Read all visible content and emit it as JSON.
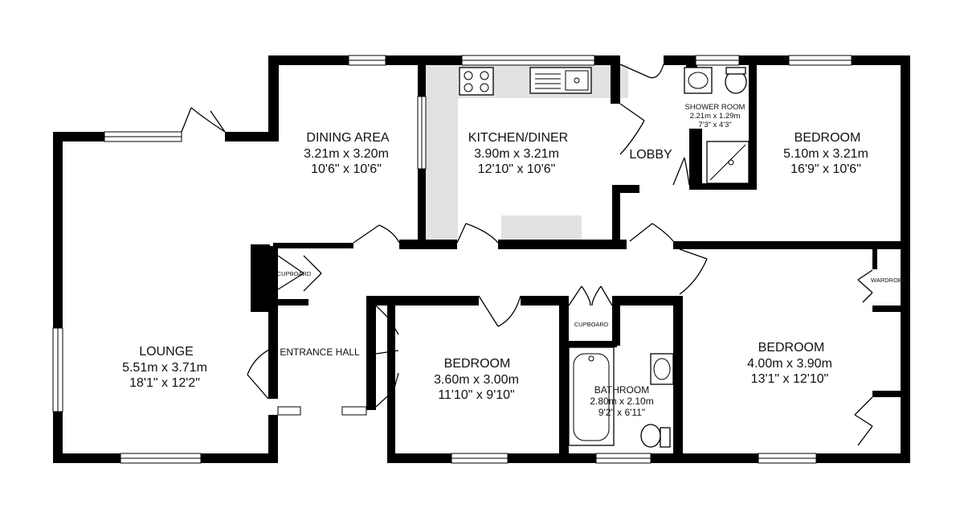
{
  "rooms": {
    "lounge": {
      "name": "LOUNGE",
      "metric": "5.51m  x 3.71m",
      "imperial": "18'1\"  x 12'2\""
    },
    "dining": {
      "name": "DINING AREA",
      "metric": "3.21m  x 3.20m",
      "imperial": "10'6\"  x 10'6\""
    },
    "kitchen": {
      "name": "KITCHEN/DINER",
      "metric": "3.90m  x 3.21m",
      "imperial": "12'10\"  x 10'6\""
    },
    "lobby": {
      "name": "LOBBY"
    },
    "shower": {
      "name": "SHOWER ROOM",
      "metric": "2.21m  x 1.29m",
      "imperial": "7'3\"  x 4'3\""
    },
    "bedroom_top": {
      "name": "BEDROOM",
      "metric": "5.10m  x 3.21m",
      "imperial": "16'9\"  x 10'6\""
    },
    "bedroom_mid": {
      "name": "BEDROOM",
      "metric": "3.60m  x 3.00m",
      "imperial": "11'10\"  x 9'10\""
    },
    "bathroom": {
      "name": "BATHROOM",
      "metric": "2.80m  x 2.10m",
      "imperial": "9'2\"  x 6'11\""
    },
    "bedroom_right": {
      "name": "BEDROOM",
      "metric": "4.00m  x 3.90m",
      "imperial": "13'1\"  x 12'10\""
    },
    "entrance_hall": {
      "name": "ENTRANCE HALL"
    },
    "cupboard_hall": {
      "name": "CUPBOARD"
    },
    "cupboard_bath": {
      "name": "CUPBOARD"
    },
    "wardrobe": {
      "name": "WARDROBE"
    }
  }
}
